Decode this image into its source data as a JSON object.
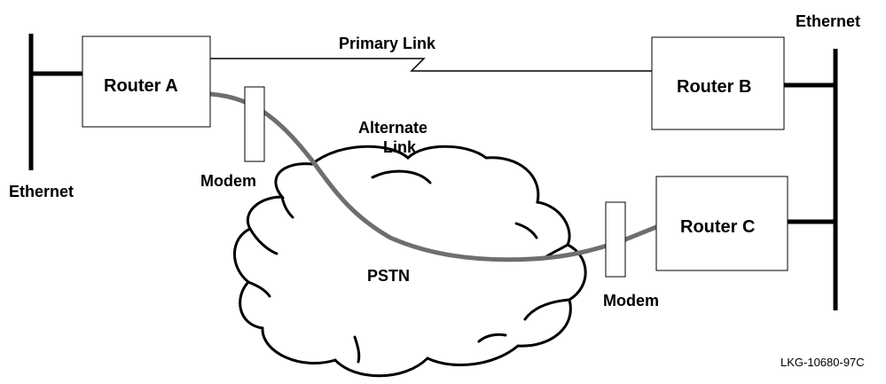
{
  "colors": {
    "line": "#000000",
    "alternate_link": "#6e6e6e",
    "background": "#ffffff"
  },
  "networks": {
    "left": "Ethernet",
    "right": "Ethernet"
  },
  "routers": {
    "a": "Router A",
    "b": "Router B",
    "c": "Router C"
  },
  "links": {
    "primary": "Primary Link",
    "alternate_line1": "Alternate",
    "alternate_line2": "Link"
  },
  "modems": {
    "a": "Modem",
    "c": "Modem"
  },
  "cloud": {
    "label": "PSTN"
  },
  "figure_id": "LKG-10680-97C"
}
